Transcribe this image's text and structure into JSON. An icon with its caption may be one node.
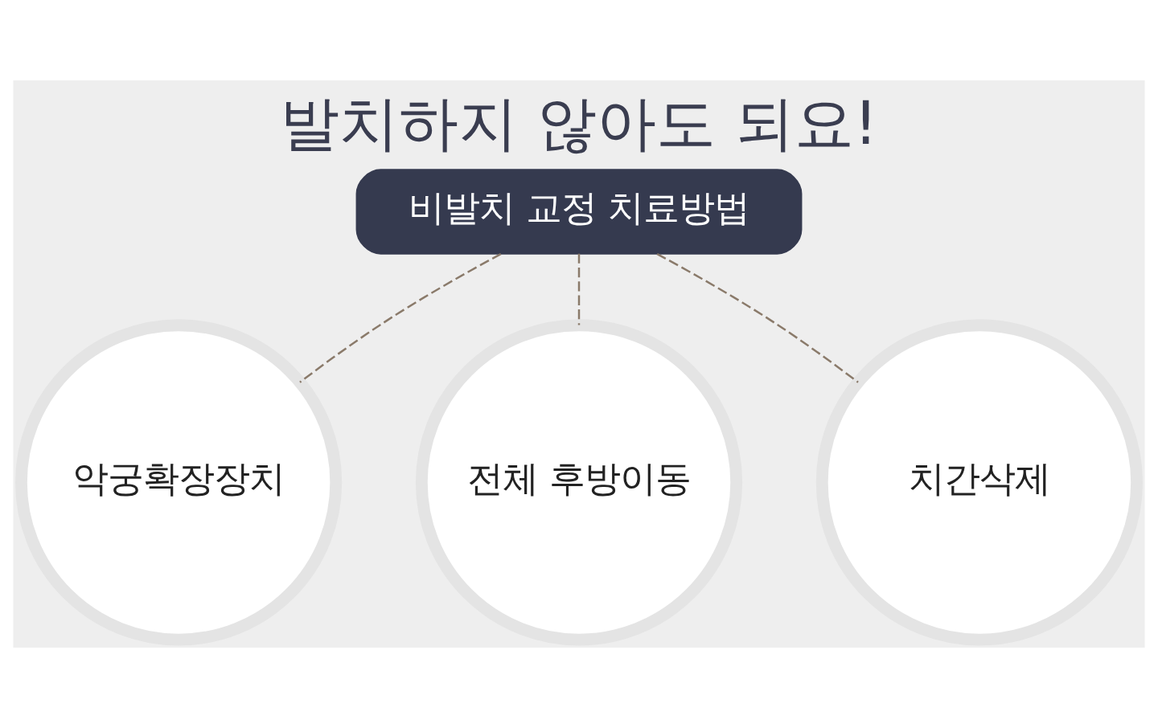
{
  "diagram": {
    "title": "발치하지 않아도 되요!",
    "nodes": [
      {
        "text": [
          "비발치 교정 치료방법"
        ]
      },
      {
        "text": [
          "악궁확장장치"
        ]
      },
      {
        "text": [
          "전체 후방이동"
        ]
      },
      {
        "text": [
          "치간삭제"
        ]
      }
    ],
    "edges": [
      {
        "from": 0,
        "to": 1,
        "arrow": "none",
        "style": "dashed"
      },
      {
        "from": 0,
        "to": 2,
        "arrow": "none",
        "style": "dashed"
      },
      {
        "from": 0,
        "to": 3,
        "arrow": "none",
        "style": "dashed"
      }
    ]
  }
}
